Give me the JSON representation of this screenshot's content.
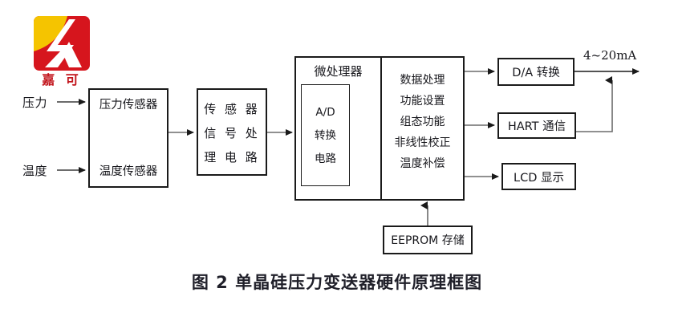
{
  "figure": {
    "caption": "图 2   单晶硅压力变送器硬件原理框图"
  },
  "logo": {
    "name": "jiake-logo",
    "wordmark": "嘉 可",
    "colors": {
      "red": "#D6151D",
      "yellow": "#F5C400",
      "mark": "#FFFFFF",
      "wordmark": "#C2151C"
    }
  },
  "inputs": [
    {
      "label": "压力"
    },
    {
      "label": "温度"
    }
  ],
  "blocks": {
    "sensor": {
      "lines": [
        "压力传感器",
        "温度传感器"
      ]
    },
    "signal_conditioning": {
      "lines": [
        "传 感 器",
        "信 号 处",
        "理 电 路"
      ]
    },
    "mcu": {
      "title": "微处理器",
      "adc": {
        "lines": [
          "A/D",
          "转换",
          "电路"
        ]
      },
      "functions": [
        "数据处理",
        "功能设置",
        "组态功能",
        "非线性校正",
        "温度补偿"
      ]
    },
    "eeprom": {
      "label": "EEPROM 存储"
    },
    "outputs": [
      {
        "label": "D/A 转换"
      },
      {
        "label": "HART 通信"
      },
      {
        "label": "LCD 显示"
      }
    ]
  },
  "signals": {
    "current_loop": "4~20mA"
  },
  "style": {
    "line_color": "#1a1a1a",
    "text_color": "#17171c",
    "background": "#ffffff"
  }
}
